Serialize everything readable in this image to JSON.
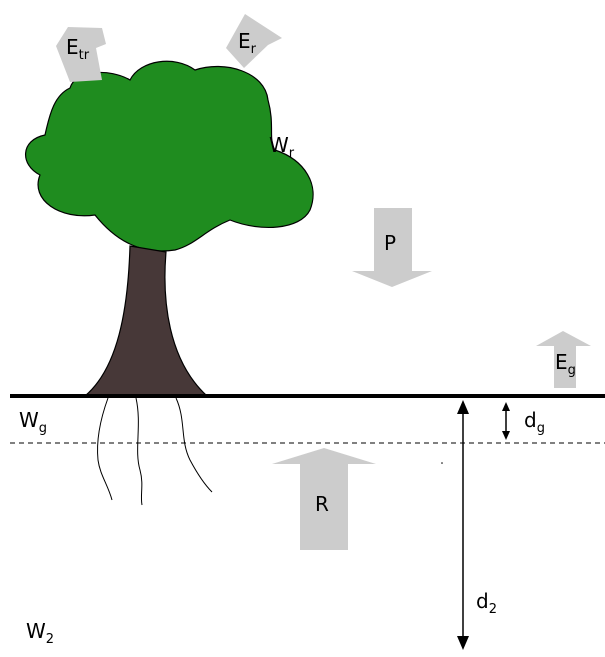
{
  "labels": {
    "e_tr": {
      "main": "E",
      "sub": "tr"
    },
    "e_r": {
      "main": "E",
      "sub": "r"
    },
    "w_r": {
      "main": "W",
      "sub": "r"
    },
    "p": "P",
    "e_g": {
      "main": "E",
      "sub": "g"
    },
    "w_g": {
      "main": "W",
      "sub": "g"
    },
    "d_g": {
      "main": "d",
      "sub": "g"
    },
    "r": "R",
    "d_2": {
      "main": "d",
      "sub": "2"
    },
    "w_2": {
      "main": "W",
      "sub": "2"
    }
  },
  "colors": {
    "background": "#ffffff",
    "arrow_fill": "#cccccc",
    "canopy_fill": "#1f8c1f",
    "trunk_fill": "#473838",
    "line": "#000000"
  },
  "icons": {
    "flux_arrow": "block-arrow",
    "tree": "tree-icon"
  }
}
